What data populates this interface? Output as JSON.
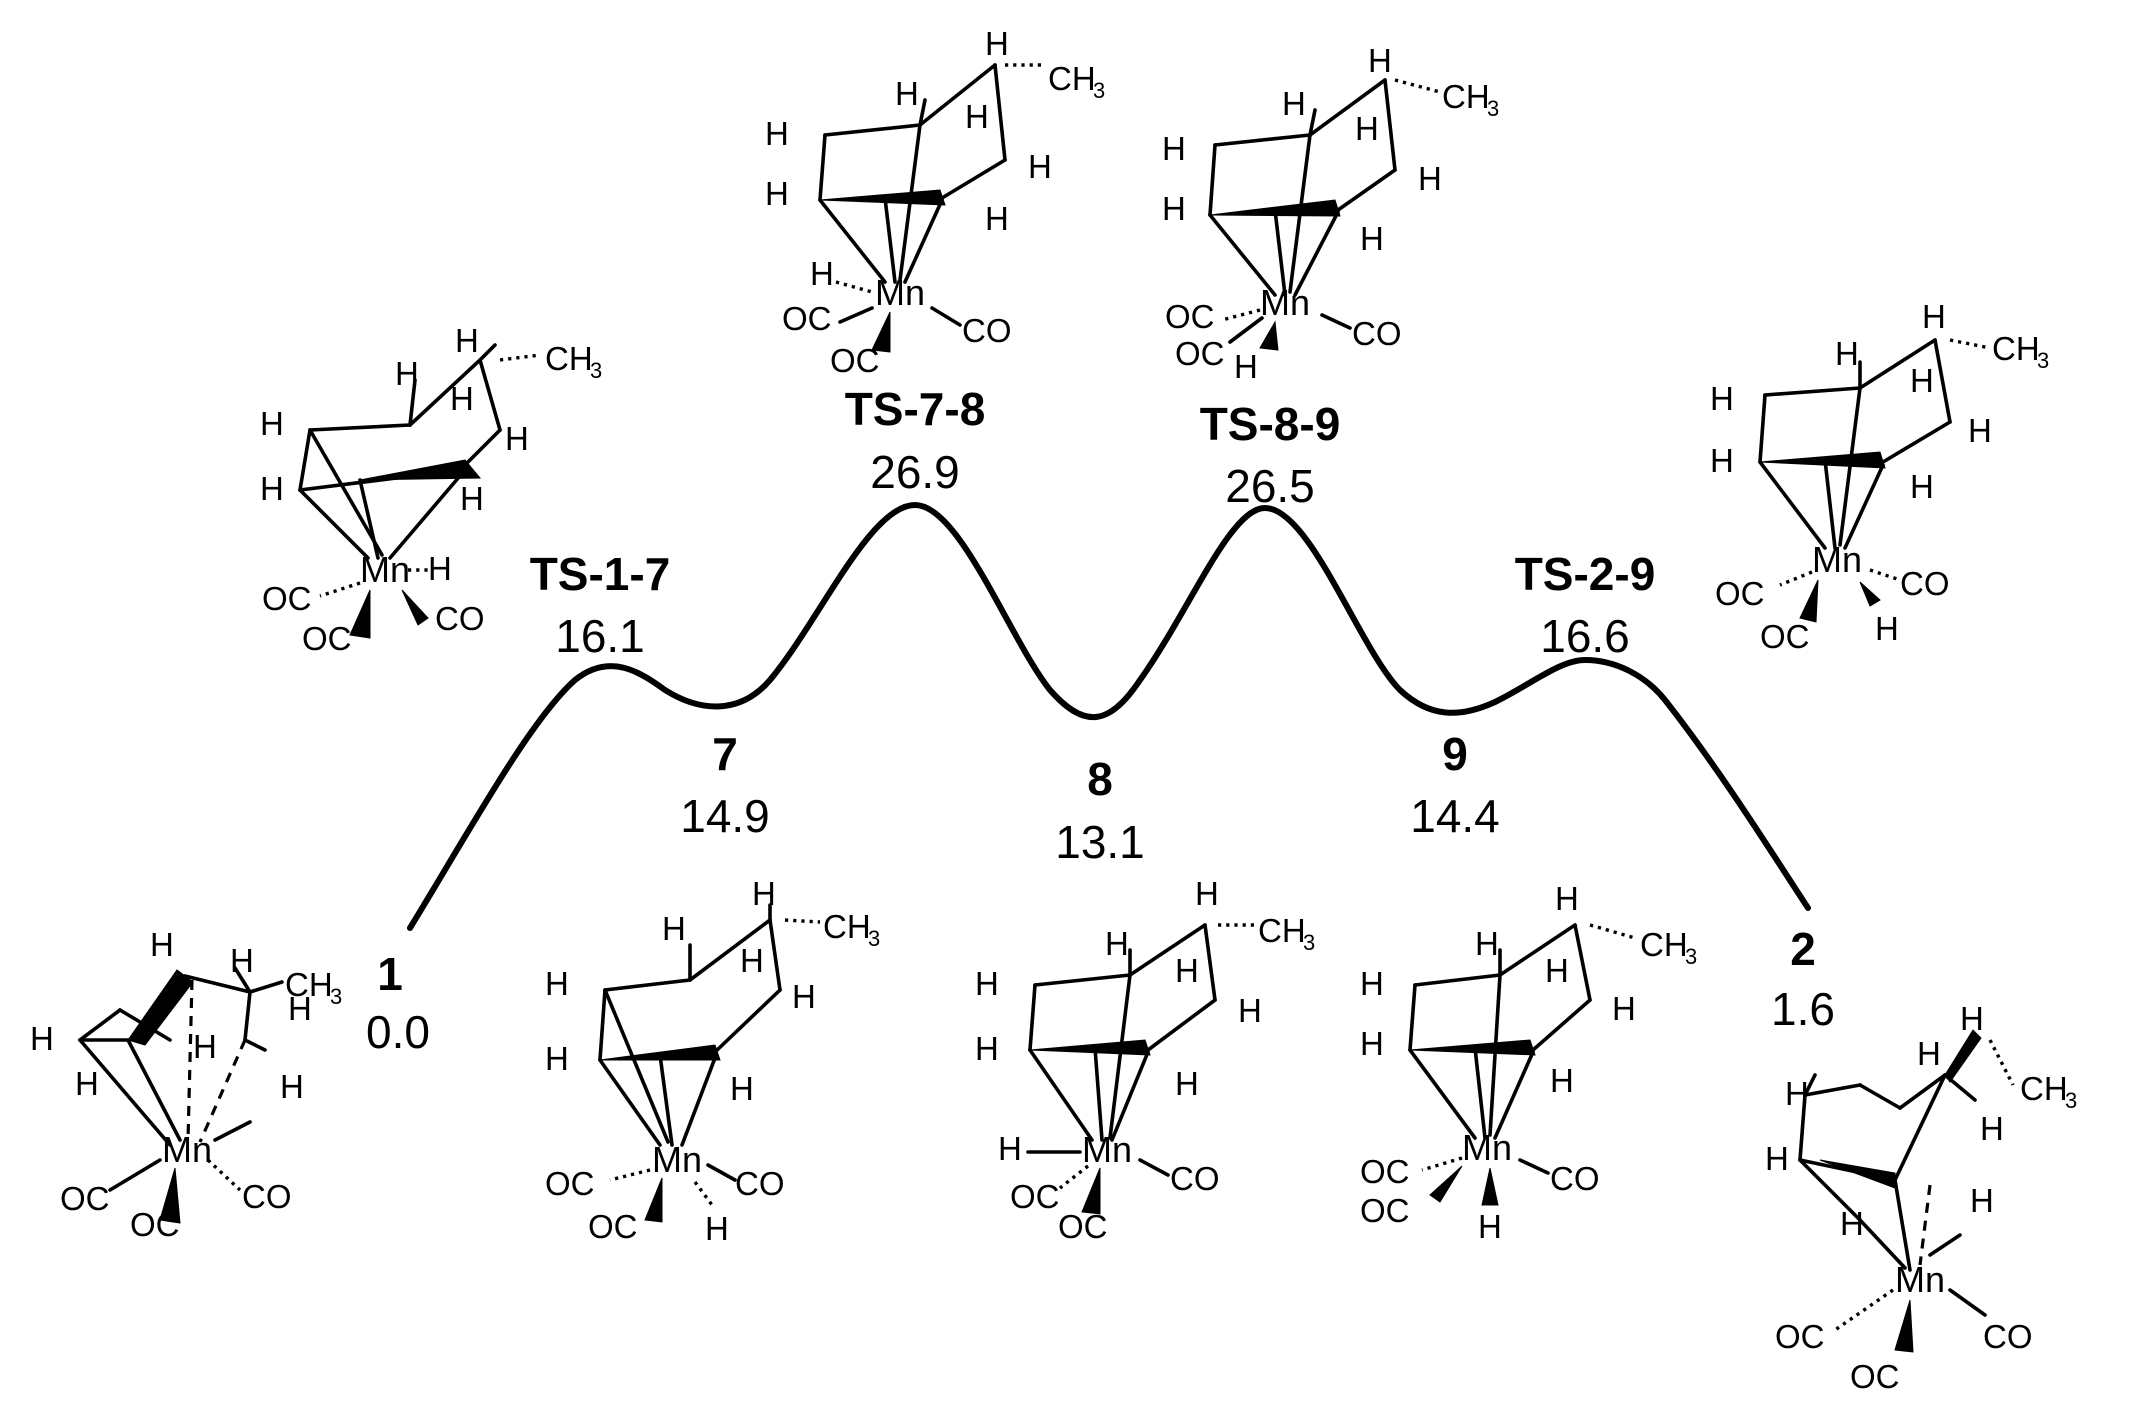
{
  "species": [
    {
      "id": "1",
      "label": "1",
      "energy": "0.0"
    },
    {
      "id": "ts17",
      "label": "TS-1-7",
      "energy": "16.1"
    },
    {
      "id": "7",
      "label": "7",
      "energy": "14.9"
    },
    {
      "id": "ts78",
      "label": "TS-7-8",
      "energy": "26.9"
    },
    {
      "id": "8",
      "label": "8",
      "energy": "13.1"
    },
    {
      "id": "ts89",
      "label": "TS-8-9",
      "energy": "26.5"
    },
    {
      "id": "9",
      "label": "9",
      "energy": "14.4"
    },
    {
      "id": "ts29",
      "label": "TS-2-9",
      "energy": "16.6"
    },
    {
      "id": "2",
      "label": "2",
      "energy": "1.6"
    }
  ],
  "atoms": {
    "mn": "Mn",
    "h": "H",
    "co": "CO",
    "oc": "OC",
    "ch3": "CH",
    "sub3": "3"
  },
  "colors": {
    "line": "#000000",
    "background": "#ffffff"
  }
}
